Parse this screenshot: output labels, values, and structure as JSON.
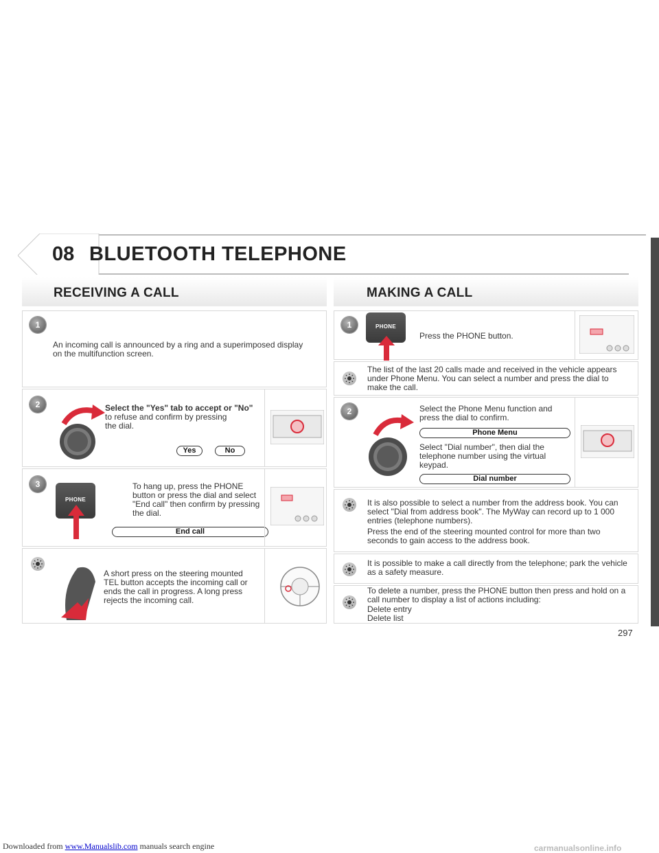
{
  "footer": {
    "prefix": "Downloaded from ",
    "link": "www.Manualslib.com",
    "suffix": "  manuals search engine",
    "watermark": "carmanualsonline.info"
  },
  "chapter": {
    "number": "08",
    "title": "BLUETOOTH TELEPHONE"
  },
  "page_number": "297",
  "receiving": {
    "heading": "RECEIVING A CALL",
    "step1": {
      "num": "1",
      "text": "An incoming call is announced by a ring and a superimposed display on the multifunction screen."
    },
    "step2": {
      "num": "2",
      "line1": "Select the \"Yes\" tab to accept or \"No\"",
      "line2": "to refuse and confirm by pressing",
      "line3": "the dial.",
      "yes": "Yes",
      "no": "No"
    },
    "step3": {
      "num": "3",
      "text": "To hang up, press the PHONE button or press the dial and select \"End call\" then confirm by pressing the dial.",
      "button": "End call",
      "phone": "PHONE"
    },
    "tip": {
      "text": "A short press on the steering mounted TEL button accepts the incoming call or ends the call in progress. A long press rejects the incoming call."
    }
  },
  "making": {
    "heading": "MAKING A CALL",
    "step1": {
      "num": "1",
      "text": "Press the PHONE button.",
      "phone": "PHONE"
    },
    "tip1": {
      "text": "The list of the last 20 calls made and received in the vehicle appears under Phone Menu. You can select a number and press the dial to make the call."
    },
    "step2": {
      "num": "2",
      "text1": "Select the Phone Menu function and press the dial to confirm.",
      "button1": "Phone Menu",
      "text2": "Select \"Dial number\", then dial the telephone number using the virtual keypad.",
      "button2": "Dial number"
    },
    "tip2": {
      "text1": "It is also possible to select a number from the address book. You can select \"Dial from address book\". The MyWay can record up to 1 000 entries (telephone numbers).",
      "text2": "Press the end of the steering mounted control for more than two seconds to gain access to the address book."
    },
    "tip3": {
      "text": "It is possible to make a call directly from the telephone; park the vehicle as a safety measure."
    },
    "tip4": {
      "line1": "To delete a number, press the PHONE button then press and hold on a call number to display a list of actions including:",
      "line2": "Delete entry",
      "line3": "Delete list"
    }
  }
}
